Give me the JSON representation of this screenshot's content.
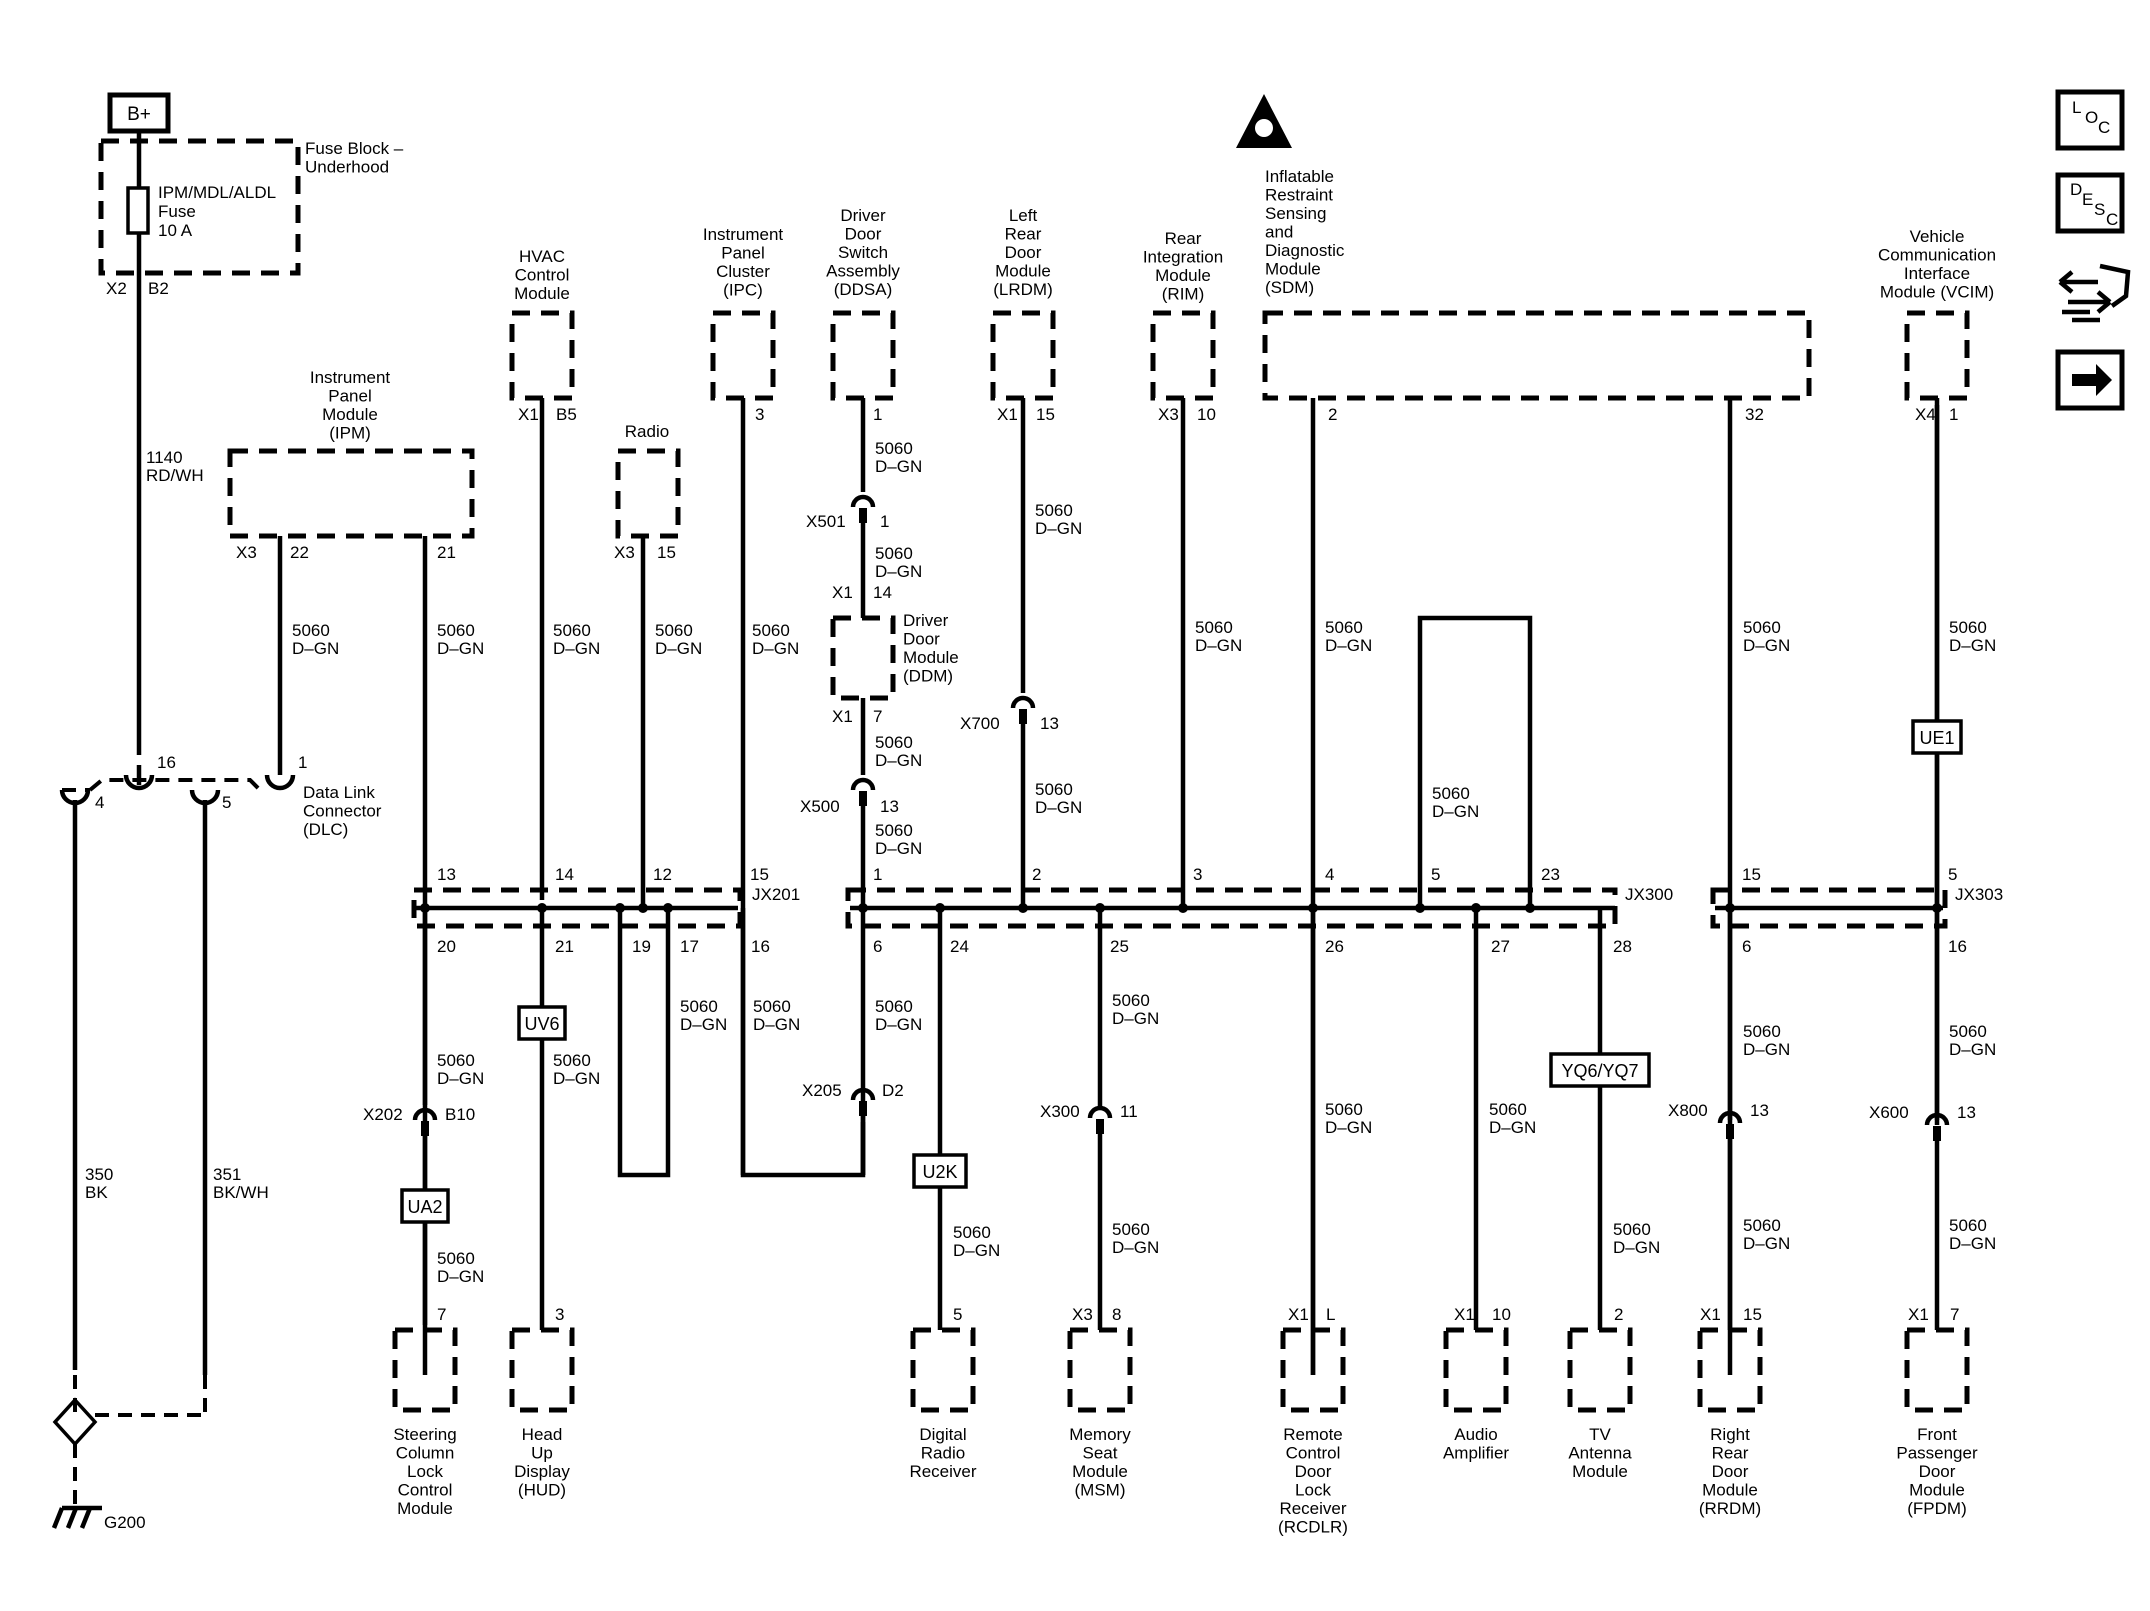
{
  "power": {
    "label": "B+"
  },
  "fuse_block": {
    "name": [
      "Fuse Block –",
      "Underhood"
    ],
    "fuse": [
      "IPM/MDL/ALDL",
      "Fuse",
      "10 A"
    ],
    "conn": "X2",
    "pin": "B2"
  },
  "b_wire": [
    "1140",
    "RD/WH"
  ],
  "wire": [
    "5060",
    "D–GN"
  ],
  "sdm_icon": "airbag-warning-icon",
  "modules": {
    "hvac": [
      "HVAC",
      "Control",
      "Module"
    ],
    "ipc": [
      "Instrument",
      "Panel",
      "Cluster",
      "(IPC)"
    ],
    "ddsa": [
      "Driver",
      "Door",
      "Switch",
      "Assembly",
      "(DDSA)"
    ],
    "lrdm": [
      "Left",
      "Rear",
      "Door",
      "Module",
      "(LRDM)"
    ],
    "rim": [
      "Rear",
      "Integration",
      "Module",
      "(RIM)"
    ],
    "sdm": [
      "Inflatable",
      "Restraint",
      "Sensing",
      "and",
      "Diagnostic",
      "Module",
      "(SDM)"
    ],
    "vcim": [
      "Vehicle",
      "Communication",
      "Interface",
      "Module (VCIM)"
    ],
    "ipm": [
      "Instrument",
      "Panel",
      "Module",
      "(IPM)"
    ],
    "radio": [
      "Radio"
    ],
    "ddm": [
      "Driver",
      "Door",
      "Module",
      "(DDM)"
    ],
    "dlc": [
      "Data Link",
      "Connector",
      "(DLC)"
    ],
    "sclcm": [
      "Steering",
      "Column",
      "Lock",
      "Control",
      "Module"
    ],
    "hud": [
      "Head",
      "Up",
      "Display",
      "(HUD)"
    ],
    "drr": [
      "Digital",
      "Radio",
      "Receiver"
    ],
    "msm": [
      "Memory",
      "Seat",
      "Module",
      "(MSM)"
    ],
    "rcdlr": [
      "Remote",
      "Control",
      "Door",
      "Lock",
      "Receiver",
      "(RCDLR)"
    ],
    "amp": [
      "Audio",
      "Amplifier"
    ],
    "tv": [
      "TV",
      "Antenna",
      "Module"
    ],
    "rrdm": [
      "Right",
      "Rear",
      "Door",
      "Module",
      "(RRDM)"
    ],
    "fpdm": [
      "Front",
      "Passenger",
      "Door",
      "Module",
      "(FPDM)"
    ]
  },
  "pins": {
    "hvac": [
      "X1",
      "B5"
    ],
    "ipc": [
      "3"
    ],
    "ddsa": [
      "1"
    ],
    "lrdm": [
      "X1",
      "15"
    ],
    "rim": [
      "X3",
      "10"
    ],
    "sdm": [
      "2",
      "32"
    ],
    "vcim": [
      "X4",
      "1"
    ],
    "ipm": [
      "X3",
      "22",
      "21"
    ],
    "radio": [
      "X3",
      "15"
    ],
    "x501": [
      "X501",
      "1"
    ],
    "ddm_in": [
      "X1",
      "14"
    ],
    "ddm_out": [
      "X1",
      "7"
    ],
    "x500": [
      "X500",
      "13"
    ],
    "x700": [
      "X700",
      "13"
    ],
    "dlc": [
      "16",
      "1",
      "4",
      "5"
    ],
    "jx201_top": [
      "13",
      "14",
      "12",
      "15"
    ],
    "jx201_bot": [
      "20",
      "21",
      "19",
      "17",
      "16"
    ],
    "jx300_top": [
      "1",
      "2",
      "3",
      "4",
      "5",
      "23"
    ],
    "jx300_bot": [
      "6",
      "24",
      "25",
      "26",
      "27",
      "28"
    ],
    "jx303_top": [
      "15",
      "5"
    ],
    "jx303_bot": [
      "6",
      "16"
    ],
    "x202": [
      "X202",
      "B10"
    ],
    "x205": [
      "X205",
      "D2"
    ],
    "x300": [
      "X300",
      "11"
    ],
    "x800": [
      "X800",
      "13"
    ],
    "x600": [
      "X600",
      "13"
    ],
    "sclcm": [
      "7"
    ],
    "hud": [
      "3"
    ],
    "drr": [
      "5"
    ],
    "msm": [
      "X3",
      "8"
    ],
    "rcdlr": [
      "X1",
      "L"
    ],
    "amp": [
      "X1",
      "10"
    ],
    "tv": [
      "2"
    ],
    "rrdm": [
      "X1",
      "15"
    ],
    "fpdm": [
      "X1",
      "7"
    ]
  },
  "junctions": {
    "jx201": "JX201",
    "jx300": "JX300",
    "jx303": "JX303"
  },
  "options": {
    "uv6": "UV6",
    "ua2": "UA2",
    "u2k": "U2K",
    "yq6": "YQ6/YQ7",
    "ue1": "UE1"
  },
  "grounds": {
    "g200": "G200",
    "w350": [
      "350",
      "BK"
    ],
    "w351": [
      "351",
      "BK/WH"
    ]
  },
  "side_buttons": {
    "loc": [
      "L",
      "O",
      "C"
    ],
    "desc": [
      "D",
      "E",
      "S",
      "C"
    ],
    "wiring_icon": "connector-wiring-icon",
    "next_icon": "arrow-right-icon"
  }
}
